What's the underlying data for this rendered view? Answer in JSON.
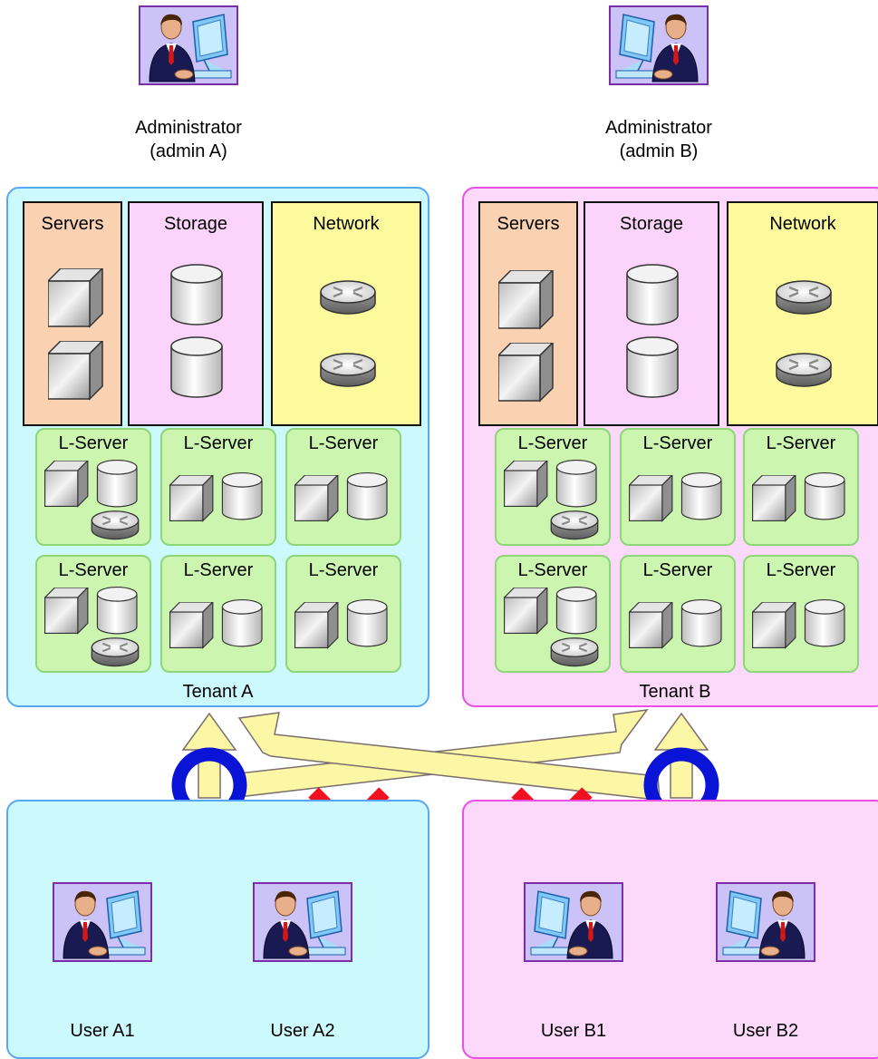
{
  "administrators": [
    {
      "line1": "Administrator",
      "line2": "(admin A)"
    },
    {
      "line1": "Administrator",
      "line2": "(admin B)"
    }
  ],
  "tenants": [
    {
      "label": "Tenant A",
      "resources": {
        "servers": "Servers",
        "storage": "Storage",
        "network": "Network"
      },
      "lservers": [
        "L-Server",
        "L-Server",
        "L-Server",
        "L-Server",
        "L-Server",
        "L-Server"
      ]
    },
    {
      "label": "Tenant B",
      "resources": {
        "servers": "Servers",
        "storage": "Storage",
        "network": "Network"
      },
      "lservers": [
        "L-Server",
        "L-Server",
        "L-Server",
        "L-Server",
        "L-Server",
        "L-Server"
      ]
    }
  ],
  "users": {
    "group_a": [
      "User A1",
      "User A2"
    ],
    "group_b": [
      "User B1",
      "User B2"
    ]
  },
  "colors": {
    "tenant_a_fill": "#ccf9fc",
    "tenant_a_border": "#57a8f2",
    "tenant_b_fill": "#fcd8fa",
    "tenant_b_border": "#ec4fe8",
    "servers_fill": "#fad2b2",
    "storage_fill": "#fcd4fb",
    "network_fill": "#fcfa9c",
    "lserver_fill": "#ccf6b0",
    "arrow_fill": "#fbf7a4",
    "allowed_mark": "#0a14d6",
    "denied_mark": "#f0101e"
  }
}
